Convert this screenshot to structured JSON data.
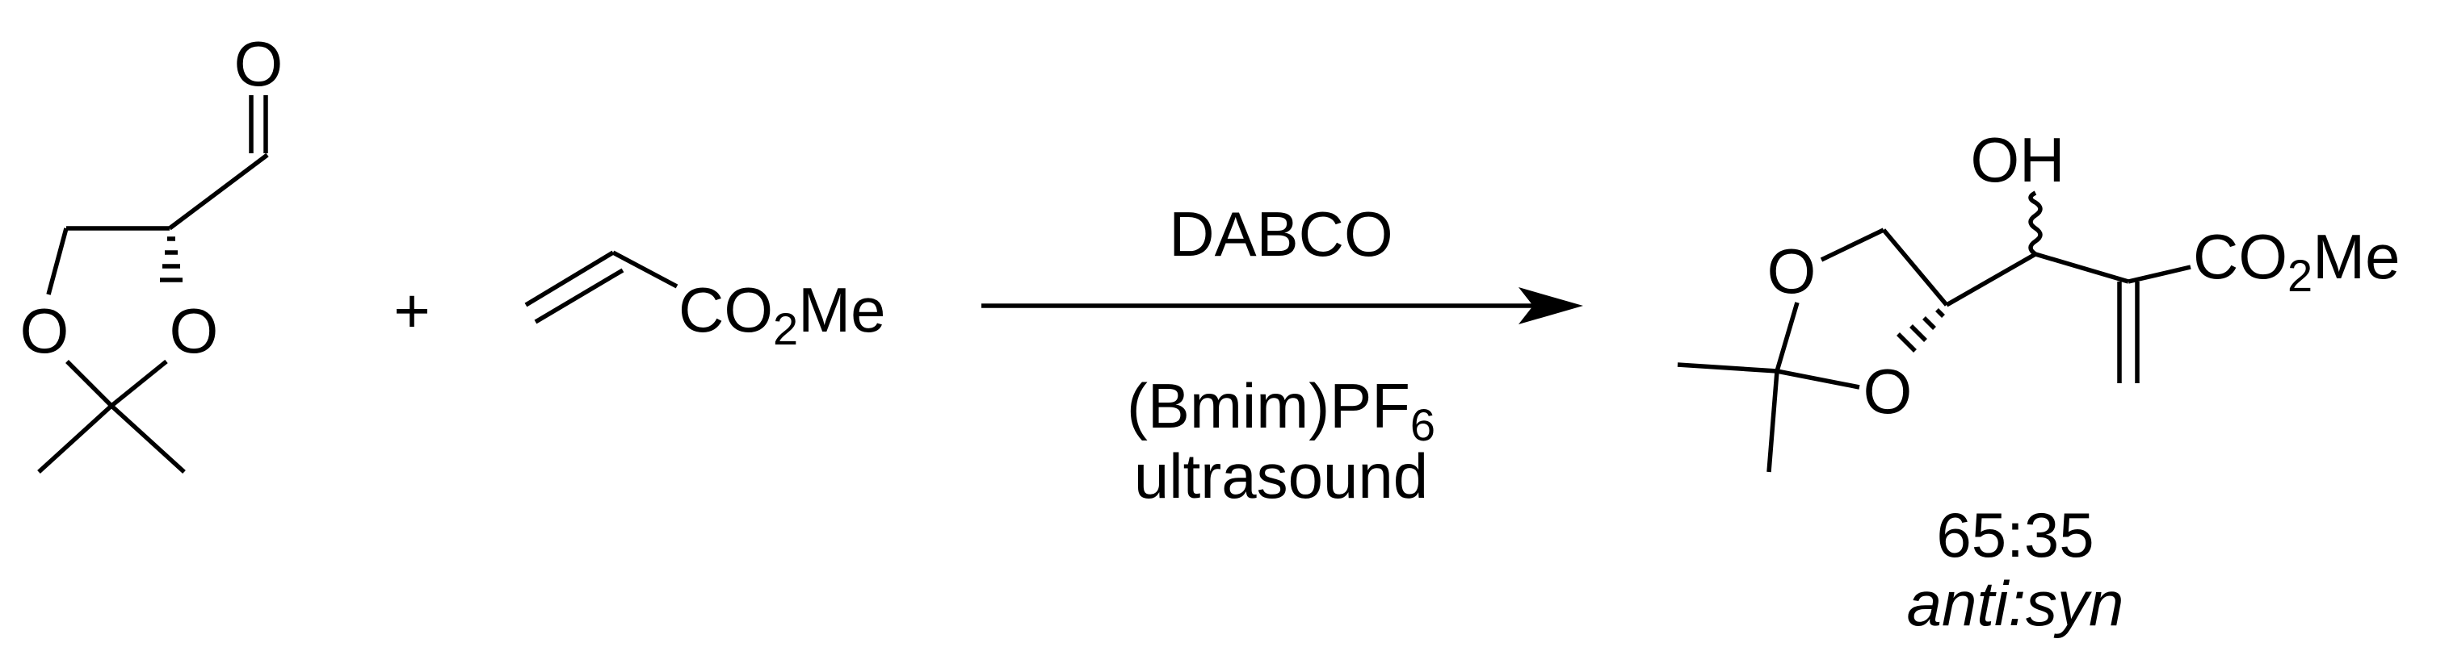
{
  "reactant1": {
    "atoms": {
      "o_carbonyl": "O",
      "o_left": "O",
      "o_right": "O"
    }
  },
  "plus": "+",
  "reactant2": {
    "co2me": {
      "pre": "CO",
      "sub": "2",
      "post": "Me"
    }
  },
  "conditions": {
    "above": "DABCO",
    "below_line1": {
      "pre": "(Bmim)PF",
      "sub": "6"
    },
    "below_line2": "ultrasound"
  },
  "product": {
    "atoms": {
      "oh": "OH",
      "o_top": "O",
      "o_bottom": "O"
    },
    "co2me": {
      "pre": "CO",
      "sub": "2",
      "post": "Me"
    },
    "ratio": "65:35",
    "ratio_label": "anti:syn"
  }
}
